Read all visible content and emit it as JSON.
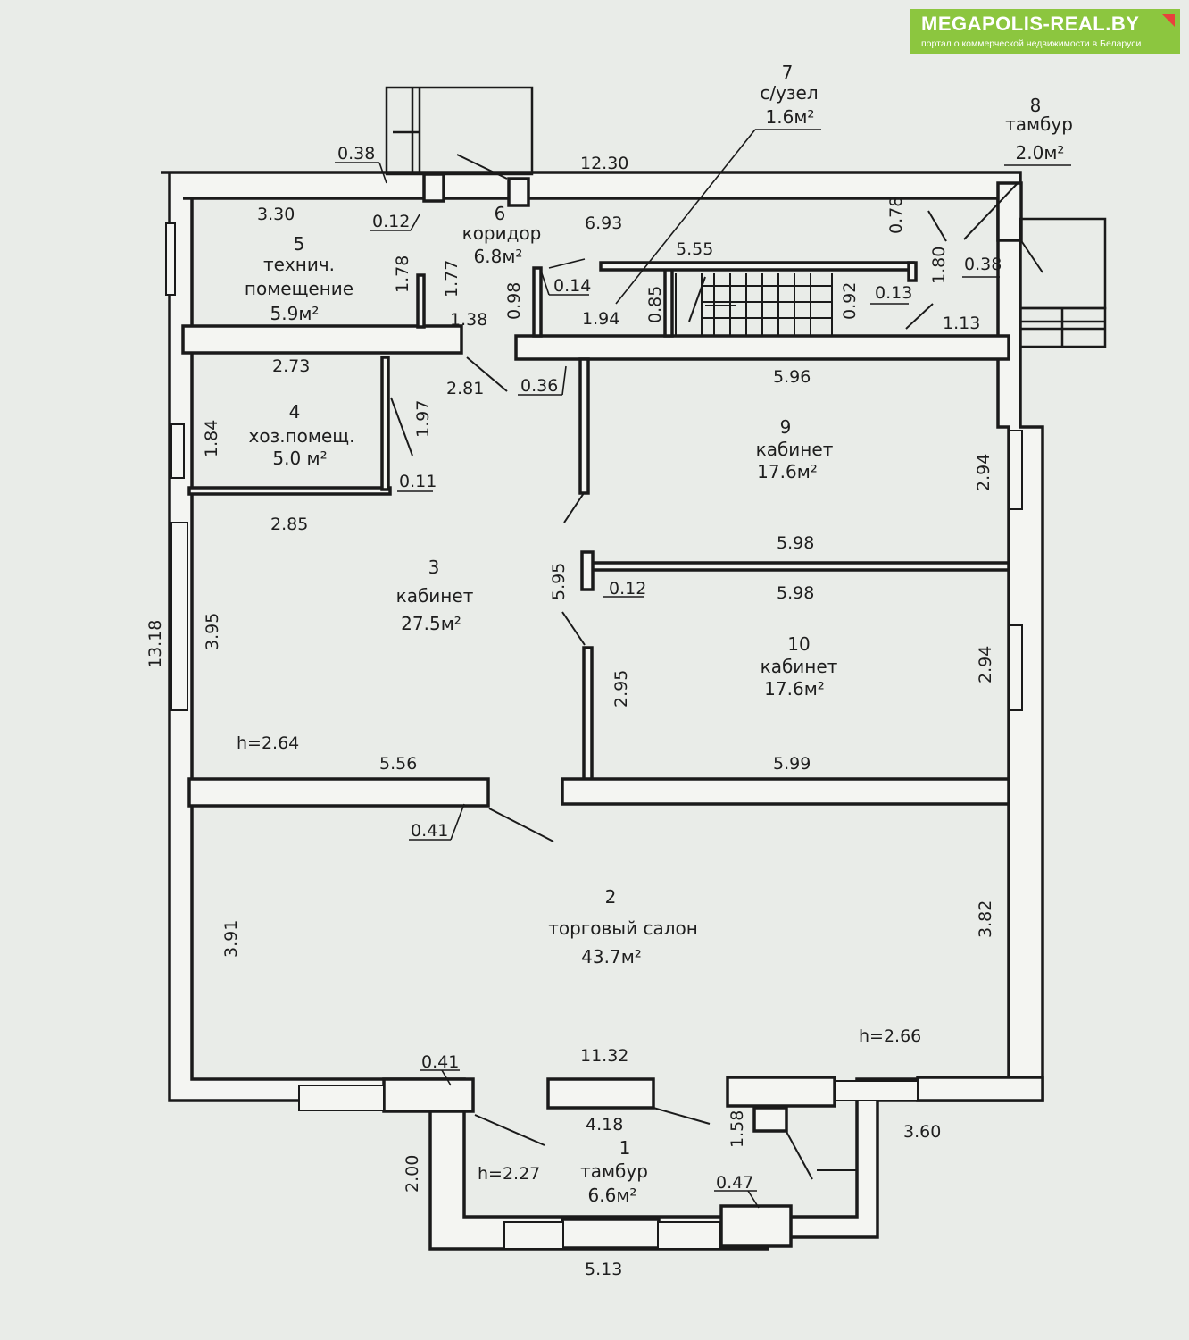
{
  "logo": {
    "title": "MEGAPOLIS-REAL.BY",
    "subtitle": "портал о коммерческой недвижимости в Беларуси",
    "color": "#8cc63f"
  },
  "rooms": [
    {
      "num": "1",
      "name": "тамбур",
      "area": "6.6м²"
    },
    {
      "num": "2",
      "name": "торговый салон",
      "area": "43.7м²"
    },
    {
      "num": "3",
      "name": "кабинет",
      "area": "27.5м²"
    },
    {
      "num": "4",
      "name": "хоз.помещ.",
      "area": "5.0 м²"
    },
    {
      "num": "5",
      "name": "технич.",
      "name2": "помещение",
      "area": "5.9м²"
    },
    {
      "num": "6",
      "name": "коридор",
      "area": "6.8м²"
    },
    {
      "num": "7",
      "name": "с/узел",
      "area": "1.6м²"
    },
    {
      "num": "8",
      "name": "тамбур",
      "area": "2.0м²"
    },
    {
      "num": "9",
      "name": "кабинет",
      "area": "17.6м²"
    },
    {
      "num": "10",
      "name": "кабинет",
      "area": "17.6м²"
    }
  ],
  "heights": [
    "h=2.64",
    "h=2.66",
    "h=2.27"
  ],
  "dimensions": {
    "d0_38a": "0.38",
    "d3_30": "3.30",
    "d0_12a": "0.12",
    "d12_30": "12.30",
    "d6_93": "6.93",
    "d5_55": "5.55",
    "d0_78": "0.78",
    "d1_80": "1.80",
    "d0_38b": "0.38",
    "d1_78": "1.78",
    "d1_77": "1.77",
    "d0_98": "0.98",
    "d0_14": "0.14",
    "d1_94": "1.94",
    "d0_85": "0.85",
    "d0_92": "0.92",
    "d0_13": "0.13",
    "d1_38": "1.38",
    "d1_13": "1.13",
    "d2_73": "2.73",
    "d2_81": "2.81",
    "d0_36": "0.36",
    "d5_96": "5.96",
    "d1_84": "1.84",
    "d1_97": "1.97",
    "d0_11": "0.11",
    "d2_94a": "2.94",
    "d2_85": "2.85",
    "d5_98a": "5.98",
    "d5_95": "5.95",
    "d0_12b": "0.12",
    "d5_98b": "5.98",
    "d13_18": "13.18",
    "d3_95": "3.95",
    "d2_95": "2.95",
    "d2_94b": "2.94",
    "d5_56": "5.56",
    "d5_99": "5.99",
    "d0_41a": "0.41",
    "d3_91": "3.91",
    "d3_82": "3.82",
    "d11_32": "11.32",
    "d0_41b": "0.41",
    "d4_18": "4.18",
    "d1_58": "1.58",
    "d3_60": "3.60",
    "d2_00": "2.00",
    "d0_47": "0.47",
    "d5_13": "5.13"
  }
}
